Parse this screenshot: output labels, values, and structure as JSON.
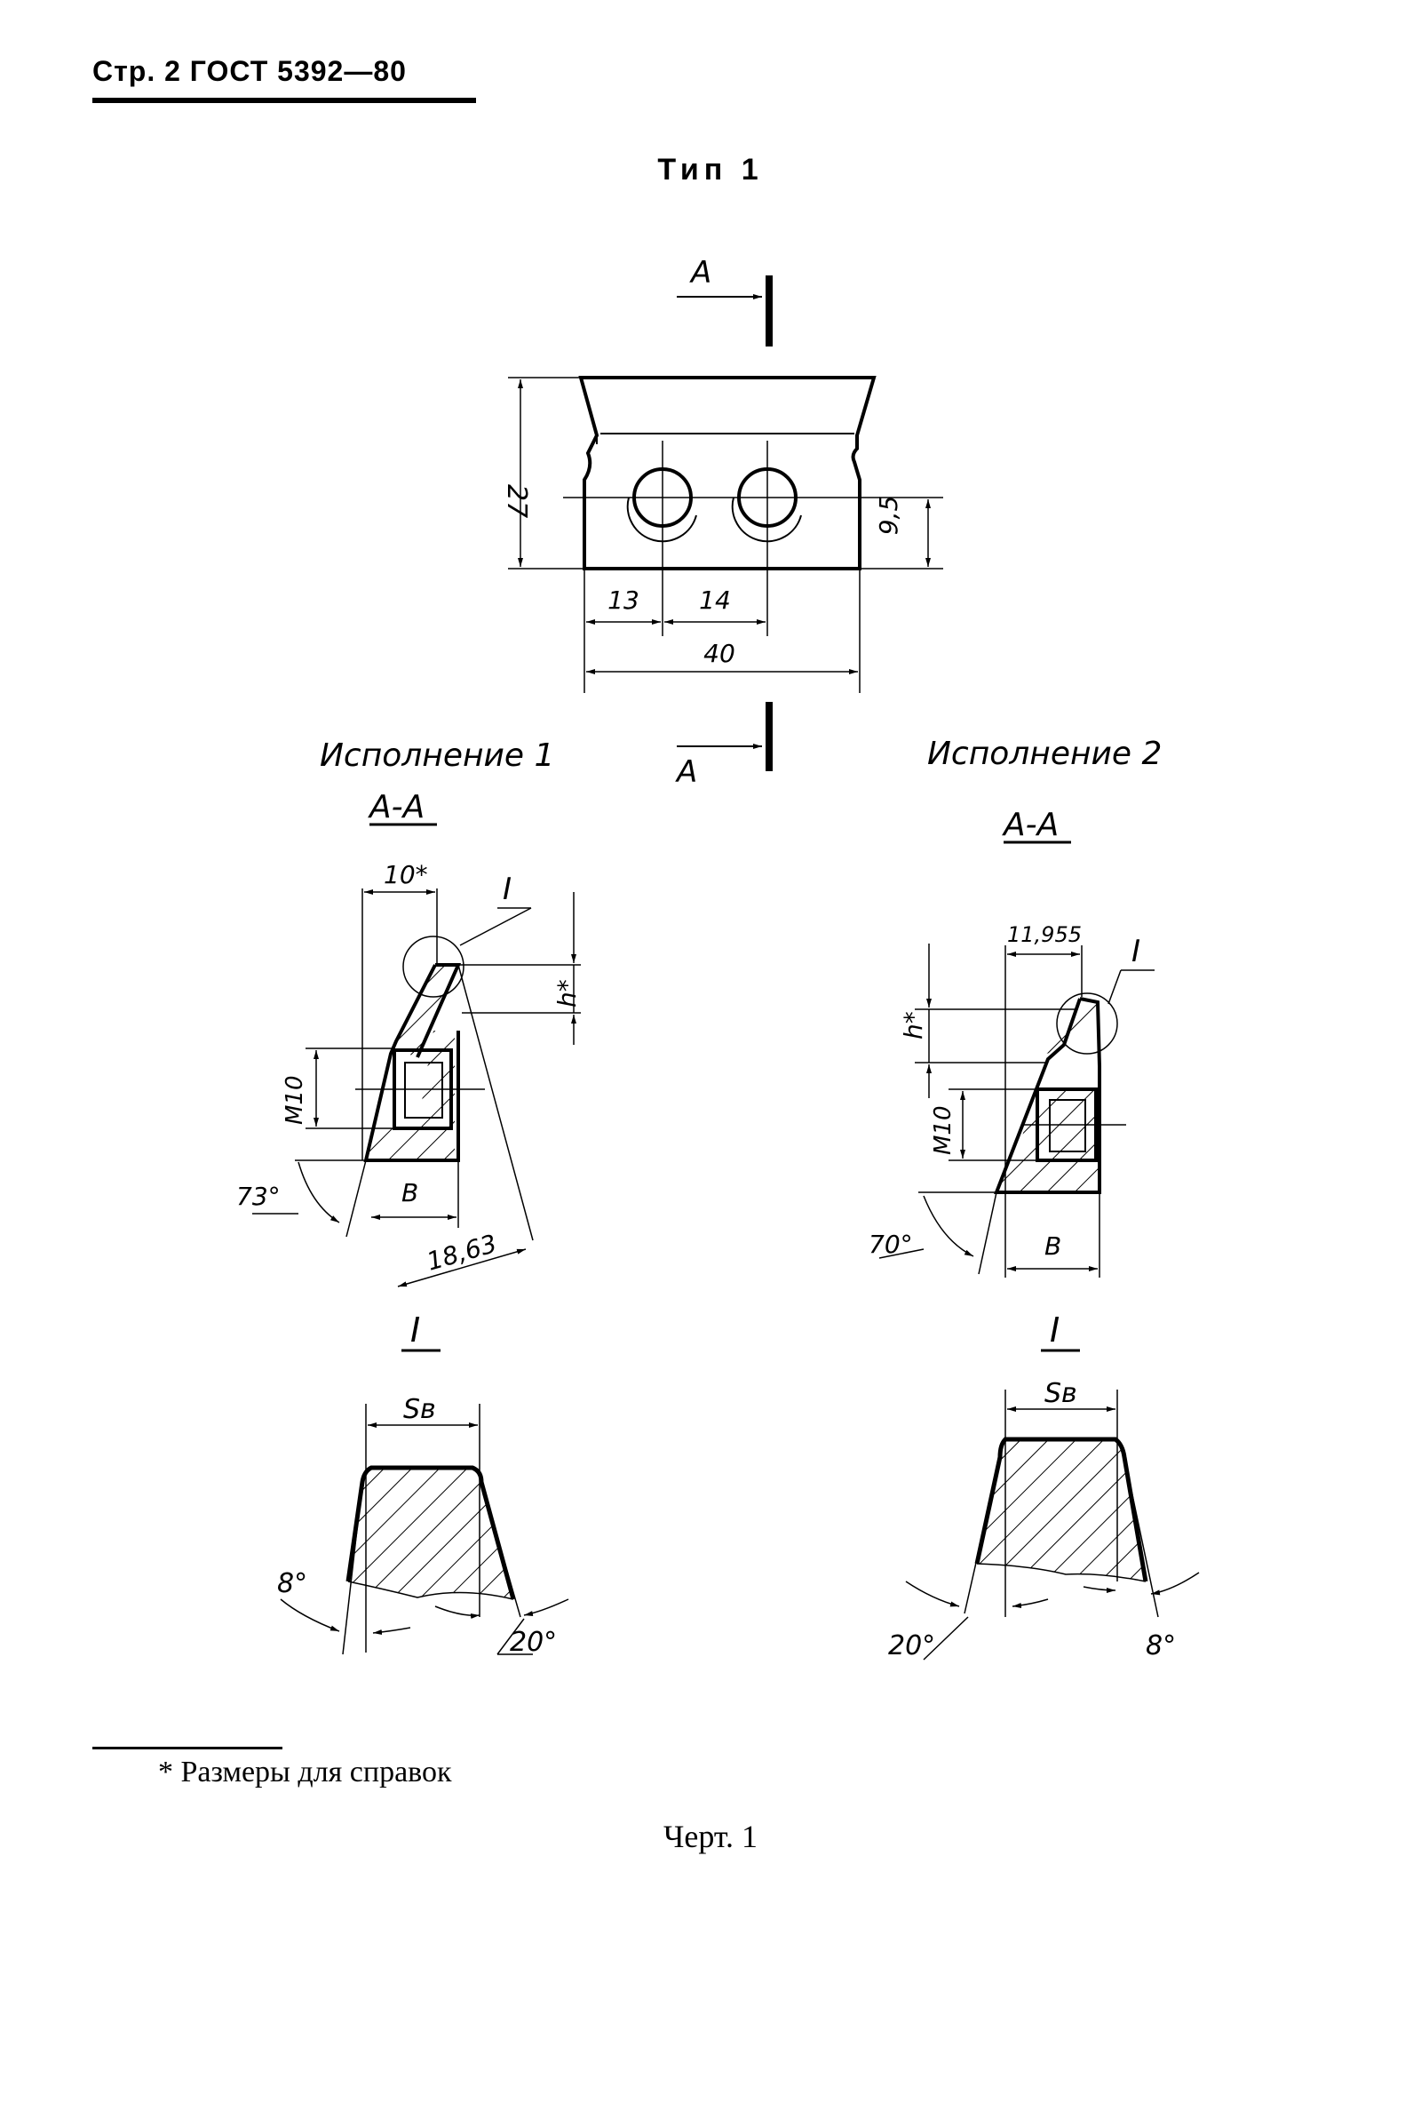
{
  "header": {
    "page_ref": "Стр. 2 ГОСТ 5392—80"
  },
  "title": "Тип 1",
  "section_mark": "А",
  "top_view": {
    "height_dim": "27",
    "hole_dim": "9,5",
    "dim_13": "13",
    "dim_14": "14",
    "dim_40": "40"
  },
  "variant1": {
    "label": "Исполнение 1",
    "section": "А-А",
    "dim_10": "10*",
    "detail_mark": "I",
    "dim_h": "h*",
    "dim_m10": "М10",
    "angle": "73°",
    "dim_b": "В",
    "dim_1863": "18,63"
  },
  "variant2": {
    "label": "Исполнение 2",
    "section": "А-А",
    "dim_11955": "11,955",
    "detail_mark": "I",
    "dim_h": "h*",
    "dim_m10": "М10",
    "angle": "70°",
    "dim_b": "В"
  },
  "detail1": {
    "mark": "I",
    "sv": "Sв",
    "angle_left": "8°",
    "angle_right": "20°"
  },
  "detail2": {
    "mark": "I",
    "sv": "Sв",
    "angle_left": "20°",
    "angle_right": "8°"
  },
  "footnote": "* Размеры для справок",
  "caption": "Черт. 1"
}
